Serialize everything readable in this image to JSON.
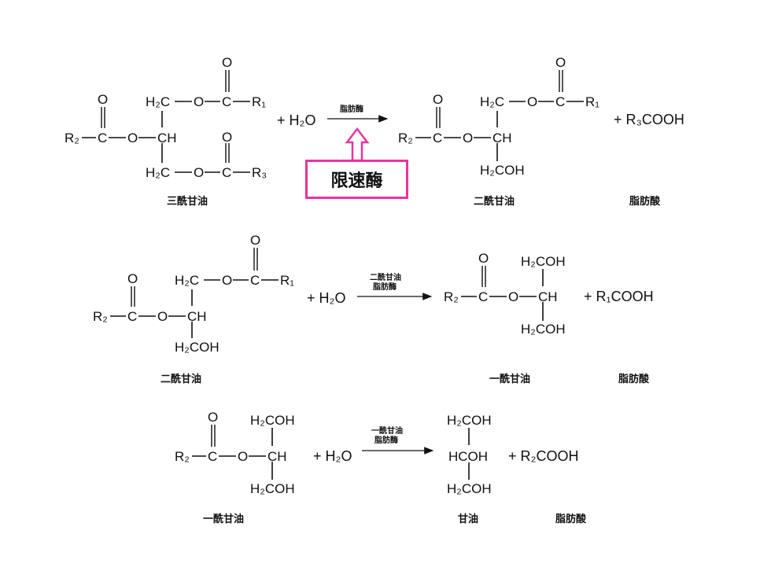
{
  "reaction_1": {
    "reactant_name": "三酰甘油",
    "water": "+ H₂O",
    "enzyme": "脂肪酶",
    "product_name": "二酰甘油",
    "byproduct_formula": "+ R₃COOH",
    "byproduct_name": "脂肪酸",
    "annotation": "限速酶"
  },
  "reaction_2": {
    "reactant_name": "二酰甘油",
    "water": "+ H₂O",
    "enzyme_line1": "二酰甘油",
    "enzyme_line2": "脂肪酶",
    "product_name": "一酰甘油",
    "byproduct_formula": "+ R₁COOH",
    "byproduct_name": "脂肪酸"
  },
  "reaction_3": {
    "reactant_name": "一酰甘油",
    "water": "+ H₂O",
    "enzyme_line1": "一酰甘油",
    "enzyme_line2": "脂肪酶",
    "product_name": "甘油",
    "byproduct_formula": "+ R₂COOH",
    "byproduct_name": "脂肪酸"
  },
  "atoms": {
    "O": "O",
    "C": "C",
    "CH": "CH",
    "H2C": "H₂C",
    "H2COH": "H₂COH",
    "HCOH": "HCOH",
    "R1": "R₁",
    "R2": "R₂",
    "R3": "R₃"
  },
  "colors": {
    "annotation_border": "#e8349f",
    "ink": "#111111"
  }
}
